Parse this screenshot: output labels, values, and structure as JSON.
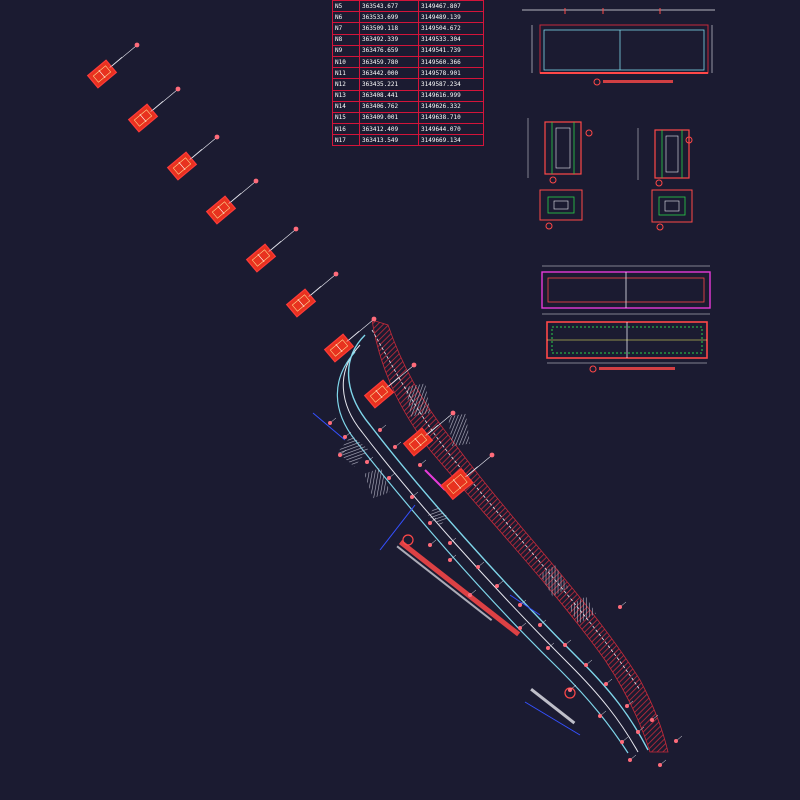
{
  "coordinate_table": {
    "rows": [
      {
        "point": "N5",
        "x": "363543.677",
        "y": "3149467.807"
      },
      {
        "point": "N6",
        "x": "363533.699",
        "y": "3149489.139"
      },
      {
        "point": "N7",
        "x": "363509.118",
        "y": "3149504.672"
      },
      {
        "point": "N8",
        "x": "363492.339",
        "y": "3149533.304"
      },
      {
        "point": "N9",
        "x": "363476.659",
        "y": "3149541.739"
      },
      {
        "point": "N10",
        "x": "363459.780",
        "y": "3149560.366"
      },
      {
        "point": "N11",
        "x": "363442.000",
        "y": "3149578.901"
      },
      {
        "point": "N12",
        "x": "363435.221",
        "y": "3149587.234"
      },
      {
        "point": "N13",
        "x": "363408.441",
        "y": "3149616.999"
      },
      {
        "point": "N14",
        "x": "363406.762",
        "y": "3149626.332"
      },
      {
        "point": "N15",
        "x": "363409.001",
        "y": "3149638.710"
      },
      {
        "point": "N16",
        "x": "363412.409",
        "y": "3149644.070"
      },
      {
        "point": "N17",
        "x": "363413.549",
        "y": "3149669.134"
      }
    ]
  },
  "colors": {
    "background": "#1b1b31",
    "table_border": "#d4143a",
    "pad_fill": "#e8321f",
    "pad_outline": "#ff3a3a",
    "pipe_cyan": "#7fd6ea",
    "pipe_white": "#e8e8f0",
    "hatch_red": "#c42a3a",
    "magenta": "#e63ad9",
    "leader_blue": "#3450ff",
    "detail_green": "#29d24a"
  },
  "icons": {
    "callout_marker": "circle-bubble",
    "north_marker": "circled-cross"
  }
}
